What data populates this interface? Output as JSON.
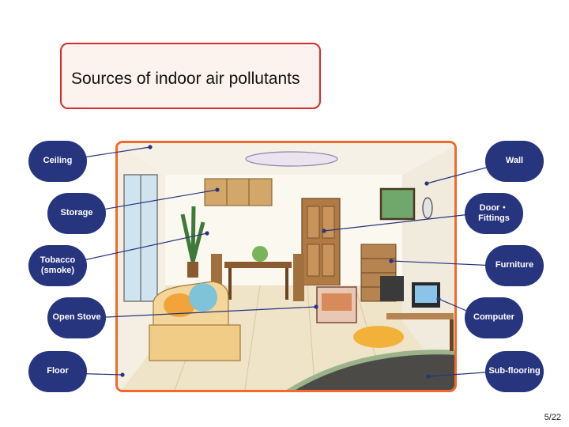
{
  "title": "Sources of indoor air pollutants",
  "labels": {
    "ceiling": "Ceiling",
    "storage": "Storage",
    "tobacco": "Tobacco (smoke)",
    "open_stove": "Open Stove",
    "floor": "Floor",
    "wall": "Wall",
    "door_fittings": "Door・Fittings",
    "furniture": "Furniture",
    "computer": "Computer",
    "sub_flooring": "Sub-flooring"
  },
  "page_number": "5/22",
  "colors": {
    "label_bubble": "#27347e",
    "frame_border": "#f26a2a",
    "title_border": "#d92b2b",
    "title_fill": "#fdf3ee"
  }
}
